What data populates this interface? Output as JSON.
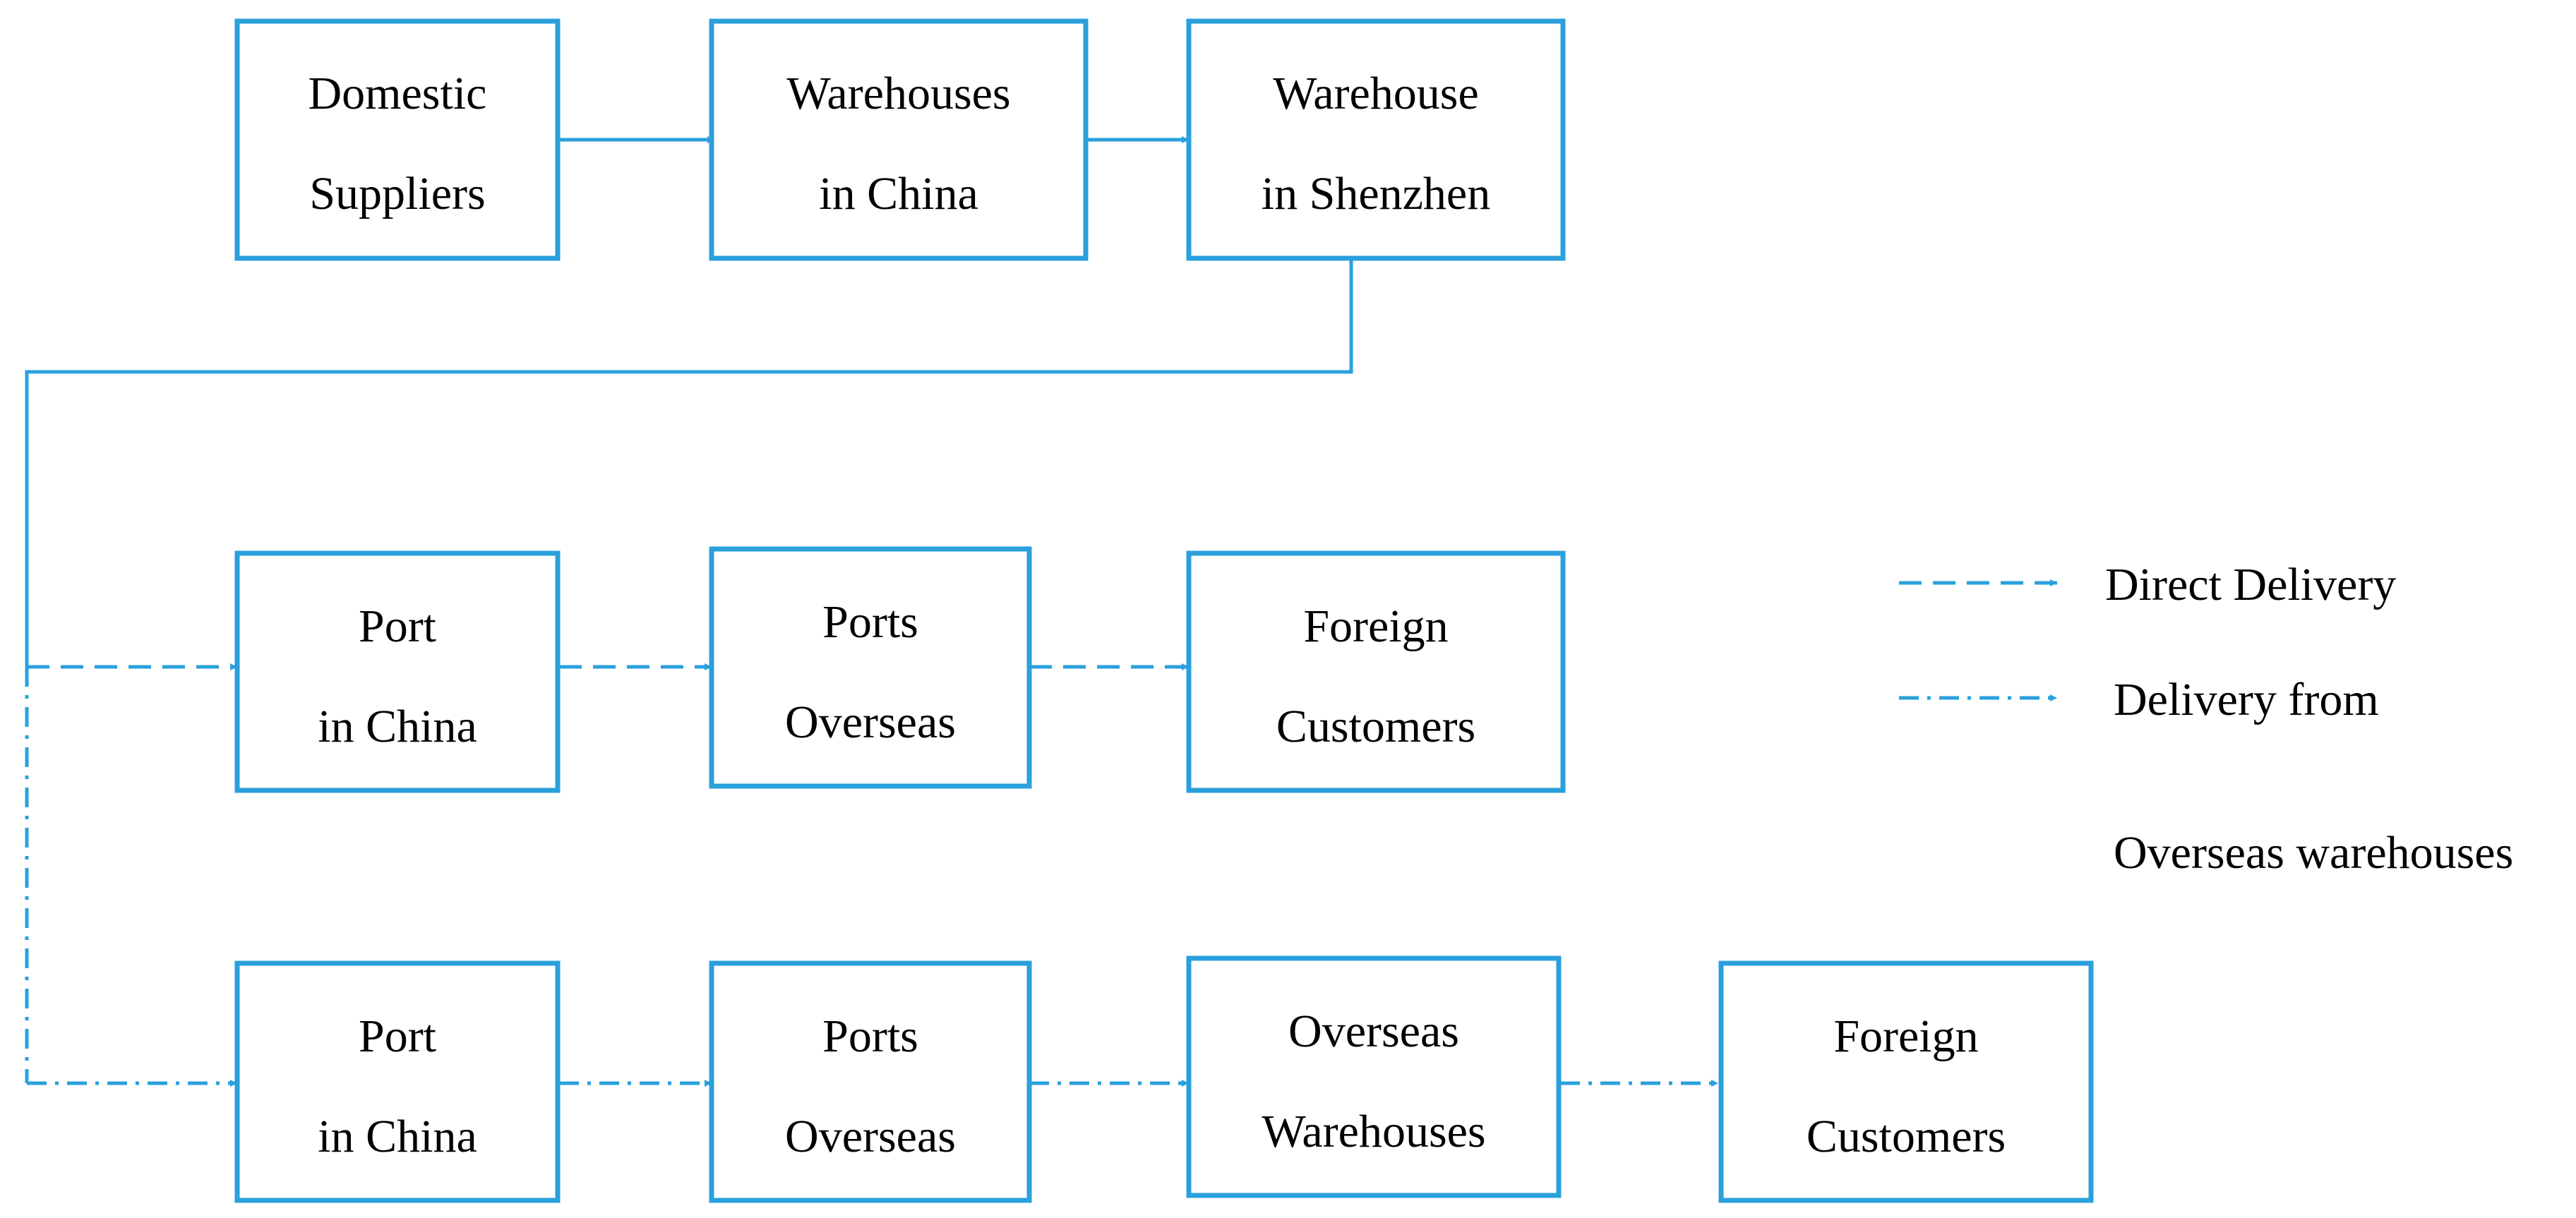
{
  "colors": {
    "line": "#2aa0dc",
    "text": "#000000",
    "background": "#ffffff"
  },
  "boxes": {
    "domestic_suppliers": [
      "Domestic",
      "Suppliers"
    ],
    "warehouses_china": [
      "Warehouses",
      "in China"
    ],
    "warehouse_shenzhen": [
      "Warehouse",
      "in Shenzhen"
    ],
    "direct_port_china": [
      "Port",
      "in China"
    ],
    "direct_ports_overseas": [
      "Ports",
      "Overseas"
    ],
    "direct_foreign_customers": [
      "Foreign",
      "Customers"
    ],
    "ow_port_china": [
      "Port",
      "in China"
    ],
    "ow_ports_overseas": [
      "Ports",
      "Overseas"
    ],
    "ow_overseas_warehouses": [
      "Overseas",
      "Warehouses"
    ],
    "ow_foreign_customers": [
      "Foreign",
      "Customers"
    ]
  },
  "legend": {
    "direct_delivery": "Direct Delivery",
    "overseas_line1": "Delivery from",
    "overseas_line2": "Overseas warehouses"
  }
}
